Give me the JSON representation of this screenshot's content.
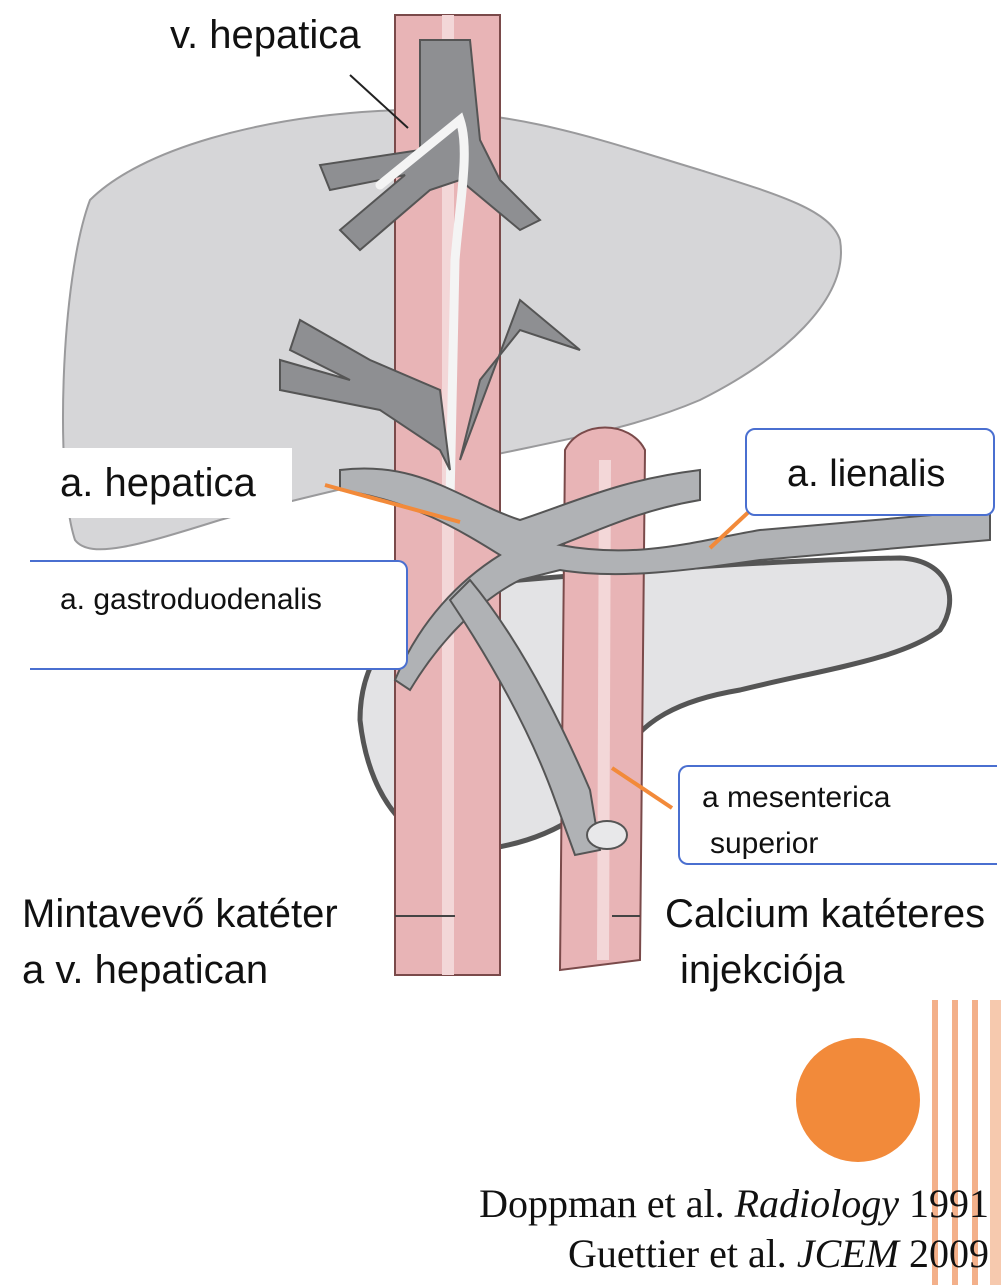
{
  "labels": {
    "v_hepatica": "v. hepatica",
    "a_hepatica": "a. hepatica",
    "a_lienalis": "a. lienalis",
    "a_gastroduodenalis": "a. gastroduodenalis",
    "a_mesenterica_line1": "a mesenterica",
    "a_mesenterica_line2": "superior",
    "catheter_left_line1": "Mintavevő katéter",
    "catheter_left_line2": "a v. hepatican",
    "catheter_right_line1": "Calcium katéteres",
    "catheter_right_line2": "injekciója"
  },
  "citations": {
    "line1": {
      "authors": "Doppman et al.",
      "journal": "Radiology",
      "year": "1991"
    },
    "line2": {
      "authors": "Guettier et al.",
      "journal": "JCEM",
      "year": "2009"
    }
  },
  "colors": {
    "liver": "#d6d6d8",
    "vessel_red": "#e8b4b6",
    "artery": "#a7a9ac",
    "accent_orange": "#f28a3a",
    "callout_border": "#4a6fd0"
  }
}
